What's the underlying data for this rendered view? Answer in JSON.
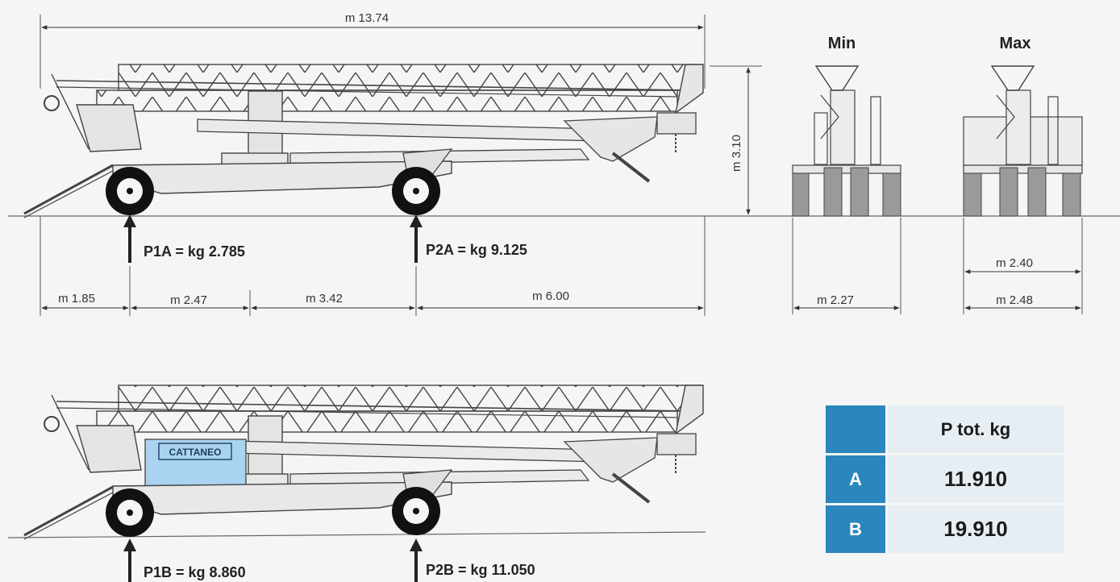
{
  "dimensions": {
    "overall_length": "m 13.74",
    "height": "m 3.10",
    "seg1": "m 1.85",
    "seg2": "m 2.47",
    "seg3": "m 3.42",
    "seg4": "m 6.00",
    "width_min": "m 2.27",
    "width_max_inner": "m 2.40",
    "width_max_outer": "m 2.48"
  },
  "views": {
    "min_label": "Min",
    "max_label": "Max"
  },
  "loads": {
    "p1a": "P1A = kg 2.785",
    "p2a": "P2A = kg 9.125",
    "p1b": "P1B = kg 8.860",
    "p2b": "P2B = kg 11.050"
  },
  "brand": "CATTANEO",
  "weight_table": {
    "header": "P tot. kg",
    "rows": [
      {
        "label": "A",
        "value": "11.910"
      },
      {
        "label": "B",
        "value": "19.910"
      }
    ]
  },
  "colors": {
    "table_header": "#2a86bd",
    "ballast_blue": "#a9d3ee"
  }
}
